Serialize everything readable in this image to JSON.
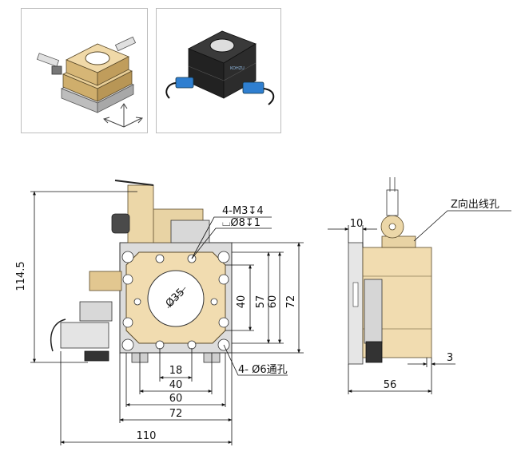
{
  "photos": [
    {
      "name": "xyz-stage-3d-sketch"
    },
    {
      "name": "motorized-stage-photo",
      "logo_text": "KOHZU"
    }
  ],
  "front_view": {
    "dims": {
      "height_total": "114.5",
      "h_40": "40",
      "h_57": "57",
      "h_60": "60",
      "h_72": "72",
      "w_18": "18",
      "w_40": "40",
      "w_60": "60",
      "w_72": "72",
      "w_110": "110",
      "bore": "Ø35"
    },
    "callouts": {
      "tapped": "4-M3↧4",
      "counterbore": "⌴Ø8↧1",
      "thru_holes": "4- Ø6通孔"
    }
  },
  "side_view": {
    "dims": {
      "w_10": "10",
      "w_56": "56",
      "w_3": "3"
    },
    "callouts": {
      "z_cable": "Z向出线孔"
    }
  }
}
